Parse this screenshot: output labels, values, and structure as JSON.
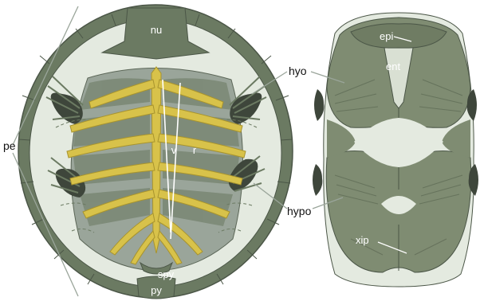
{
  "labels": {
    "nu": "nu",
    "hyo": "hyo",
    "pe": "pe",
    "v": "v",
    "r": "r",
    "hypo": "hypo",
    "spy": "spy",
    "py": "py",
    "epi": "epi",
    "ent": "ent",
    "xip": "xip"
  },
  "colors": {
    "shell_dark": "#6b7a62",
    "shell_light": "#e4eae0",
    "carapace_interior": "#9aa59a",
    "bone_yellow": "#d8c24a",
    "plastron": "#7f8c72",
    "outline": "#4b5647"
  }
}
